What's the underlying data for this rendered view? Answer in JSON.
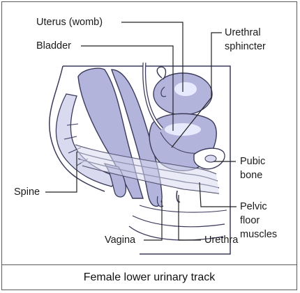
{
  "labels": {
    "uterus": "Uterus (womb)",
    "bladder": "Bladder",
    "urethral_sphincter_line1": "Urethral",
    "urethral_sphincter_line2": "sphincter",
    "pubic_bone_line1": "Pubic",
    "pubic_bone_line2": "bone",
    "spine": "Spine",
    "pelvic_floor_line1": "Pelvic",
    "pelvic_floor_line2": "floor",
    "pelvic_floor_line3": "muscles",
    "vagina": "Vagina",
    "urethra": "Urethra"
  },
  "caption": "Female lower urinary track",
  "colors": {
    "tissue_fill": "#b3b4dc",
    "tissue_light": "#d9daf0",
    "outline": "#3a3a5a",
    "leader_line": "#222222",
    "frame": "#5a5a5a"
  }
}
